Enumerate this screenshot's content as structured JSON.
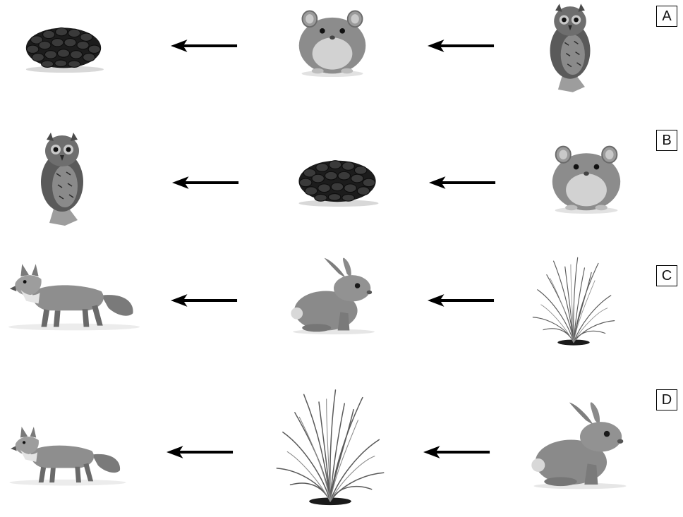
{
  "options": [
    {
      "label": "A",
      "chain": [
        "corn-cob",
        "hamster",
        "owl"
      ]
    },
    {
      "label": "B",
      "chain": [
        "owl",
        "corn-cob",
        "hamster"
      ]
    },
    {
      "label": "C",
      "chain": [
        "fox",
        "rabbit",
        "grass"
      ]
    },
    {
      "label": "D",
      "chain": [
        "fox",
        "grass",
        "rabbit"
      ]
    }
  ],
  "arrow_direction": "left"
}
